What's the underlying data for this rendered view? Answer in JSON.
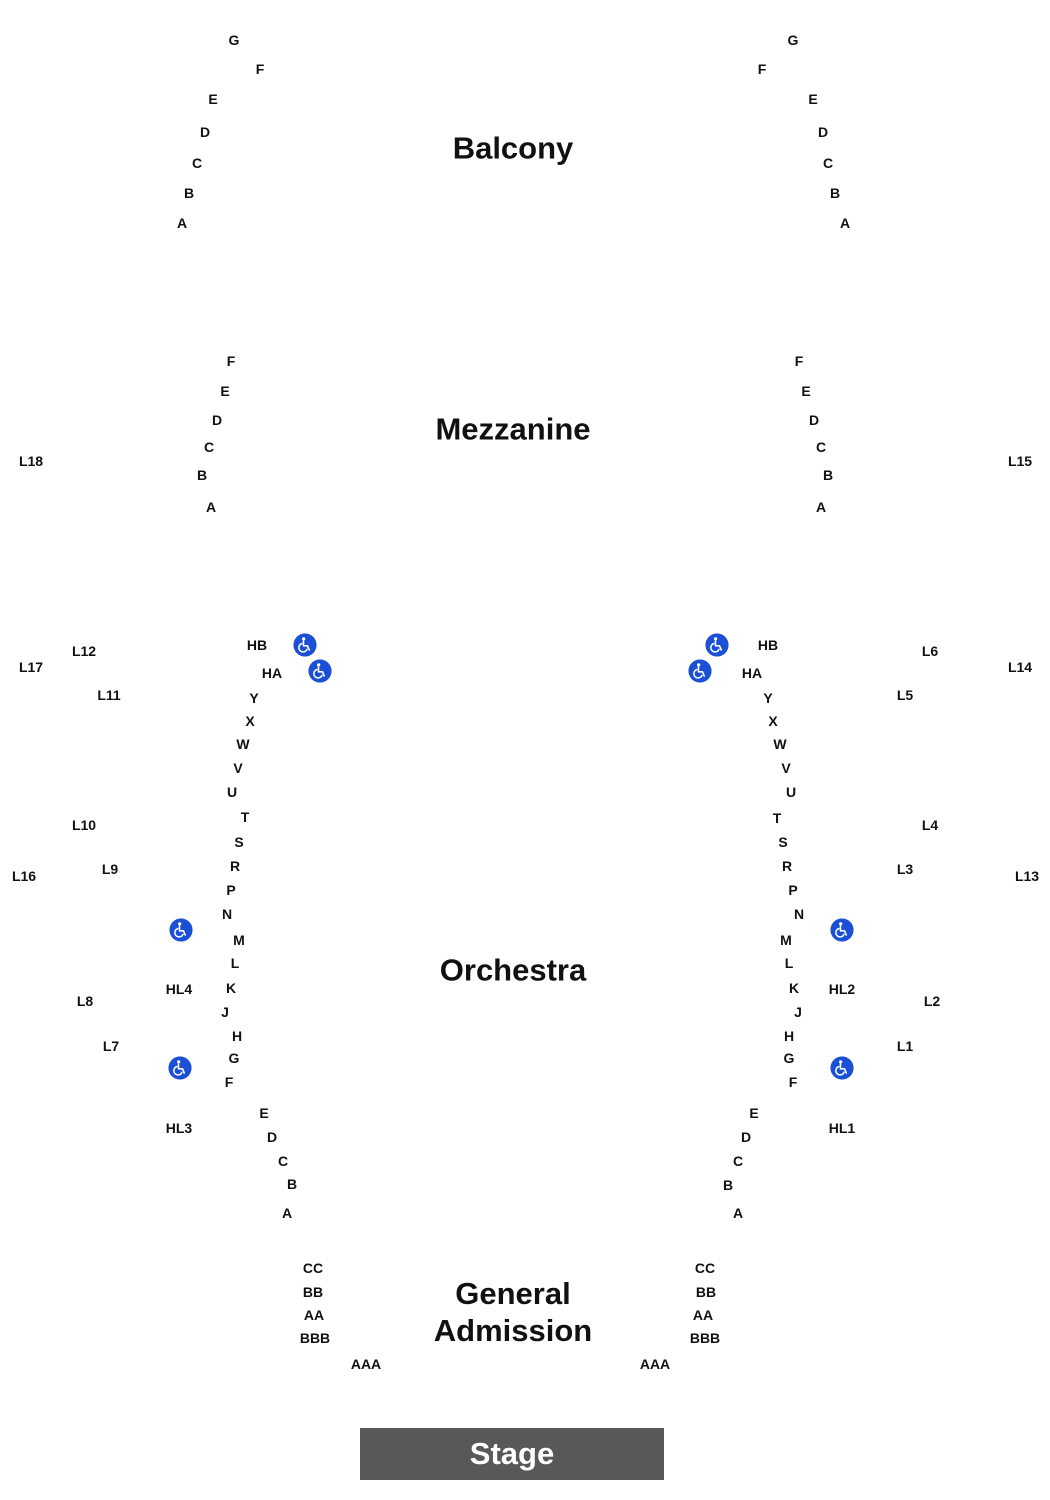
{
  "sections": {
    "balcony": "Balcony",
    "mezzanine": "Mezzanine",
    "orchestra": "Orchestra",
    "general_admission_line1": "General",
    "general_admission_line2": "Admission"
  },
  "stage": "Stage",
  "colors": {
    "accessible": "#1a4fd6",
    "stage": "#585858",
    "text": "#111111"
  },
  "icons": {
    "accessible": "wheelchair-icon"
  },
  "balcony_left": [
    "G",
    "F",
    "E",
    "D",
    "C",
    "B",
    "A"
  ],
  "balcony_right": [
    "G",
    "F",
    "E",
    "D",
    "C",
    "B",
    "A"
  ],
  "mezzanine_left": [
    "F",
    "E",
    "D",
    "C",
    "B",
    "A"
  ],
  "mezzanine_right": [
    "F",
    "E",
    "D",
    "C",
    "B",
    "A"
  ],
  "orchestra_left": [
    "HB",
    "HA",
    "Y",
    "X",
    "W",
    "V",
    "U",
    "T",
    "S",
    "R",
    "P",
    "N",
    "M",
    "L",
    "K",
    "J",
    "H",
    "G",
    "F",
    "E",
    "D",
    "C",
    "B",
    "A"
  ],
  "orchestra_right": [
    "HB",
    "HA",
    "Y",
    "X",
    "W",
    "V",
    "U",
    "T",
    "S",
    "R",
    "P",
    "N",
    "M",
    "L",
    "K",
    "J",
    "H",
    "G",
    "F",
    "E",
    "D",
    "C",
    "B",
    "A"
  ],
  "ga_left": [
    "CC",
    "BB",
    "AA",
    "BBB",
    "AAA"
  ],
  "ga_right": [
    "CC",
    "BB",
    "AA",
    "BBB",
    "AAA"
  ],
  "boxes": [
    "L18",
    "L15",
    "L12",
    "L17",
    "L11",
    "L6",
    "L14",
    "L5",
    "L10",
    "L4",
    "L16",
    "L9",
    "L3",
    "L13",
    "L8",
    "L2",
    "L7",
    "L1"
  ],
  "hl_boxes": [
    "HL4",
    "HL2",
    "HL3",
    "HL1"
  ]
}
